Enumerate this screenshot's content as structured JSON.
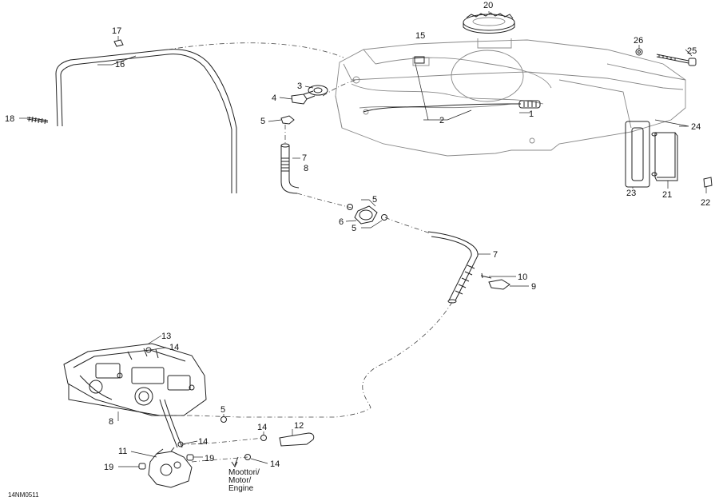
{
  "diagram_code": "14NM0511",
  "engine_note": [
    "Moottori/",
    "Motor/",
    "Engine"
  ],
  "callouts": {
    "c1": "1",
    "c2": "2",
    "c3": "3",
    "c4": "4",
    "c5a": "5",
    "c5b": "5",
    "c5c": "5",
    "c5d": "5",
    "c6": "6",
    "c7a": "7",
    "c7b": "7",
    "c8a": "8",
    "c8b": "8",
    "c9": "9",
    "c10": "10",
    "c11": "11",
    "c12": "12",
    "c13": "13",
    "c14a": "14",
    "c14b": "14",
    "c14c": "14",
    "c14d": "14",
    "c15": "15",
    "c16": "16",
    "c17": "17",
    "c18": "18",
    "c19a": "19",
    "c19b": "19",
    "c20": "20",
    "c21": "21",
    "c22": "22",
    "c23": "23",
    "c24": "24",
    "c25": "25",
    "c26": "26"
  }
}
